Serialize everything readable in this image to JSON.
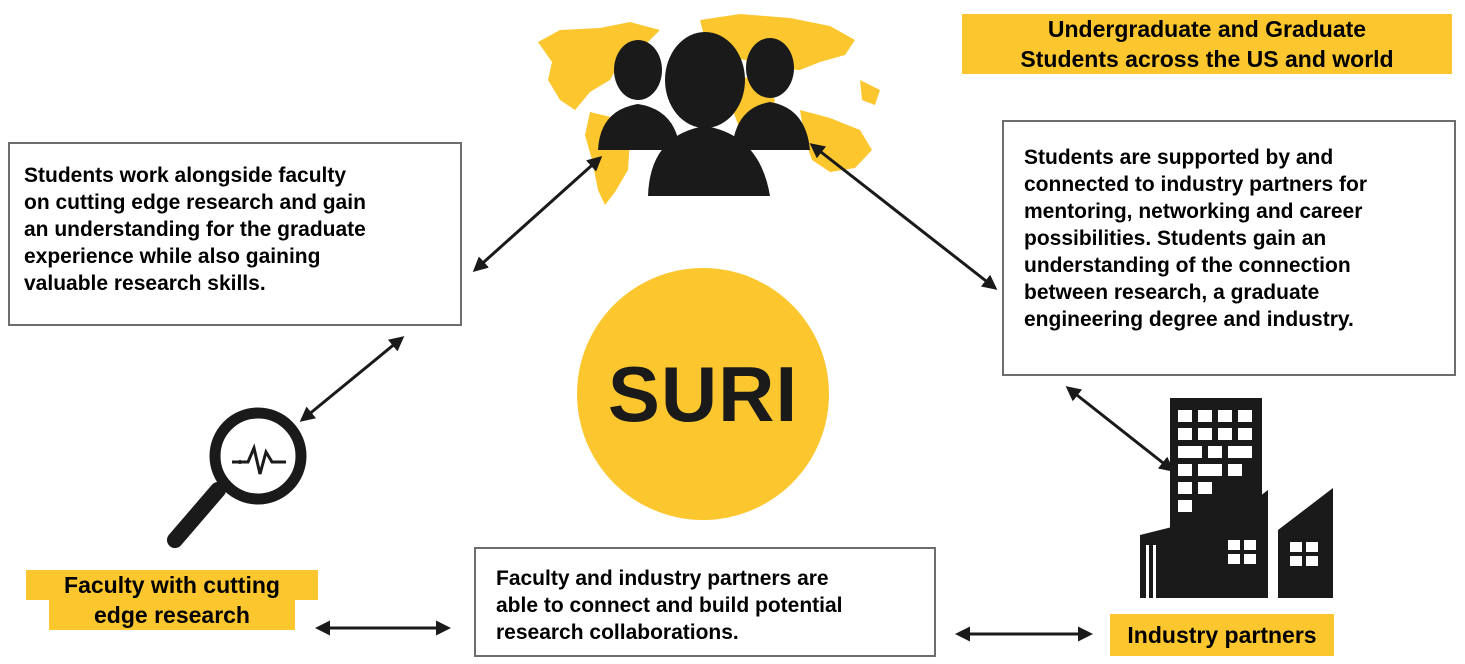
{
  "center": {
    "label": "SURI"
  },
  "students_tag": {
    "line1": "Undergraduate and Graduate",
    "line2": "Students across the US and world"
  },
  "faculty_tag": {
    "line1": "Faculty with cutting",
    "line2": "edge research"
  },
  "industry_tag": {
    "label": "Industry partners"
  },
  "box_students_faculty": {
    "lines": [
      "Students work alongside faculty",
      "on cutting edge research and gain",
      "an understanding for the graduate",
      "experience while also gaining",
      "valuable research skills."
    ]
  },
  "box_students_industry": {
    "lines": [
      "Students are supported by and",
      "connected to industry partners for",
      "mentoring, networking and career",
      "possibilities. Students gain an",
      "understanding of the connection",
      "between research, a graduate",
      "engineering degree and industry."
    ]
  },
  "box_faculty_industry": {
    "lines": [
      "Faculty and industry partners are",
      "able to connect and build potential",
      "research collaborations."
    ]
  },
  "icons": {
    "world": "world-map-icon",
    "people": "people-group-icon",
    "magnifier": "magnifier-research-icon",
    "building": "building-icon"
  },
  "colors": {
    "accent": "#fcc72e",
    "dark": "#1a1a1a",
    "border": "#6d6d6d"
  }
}
